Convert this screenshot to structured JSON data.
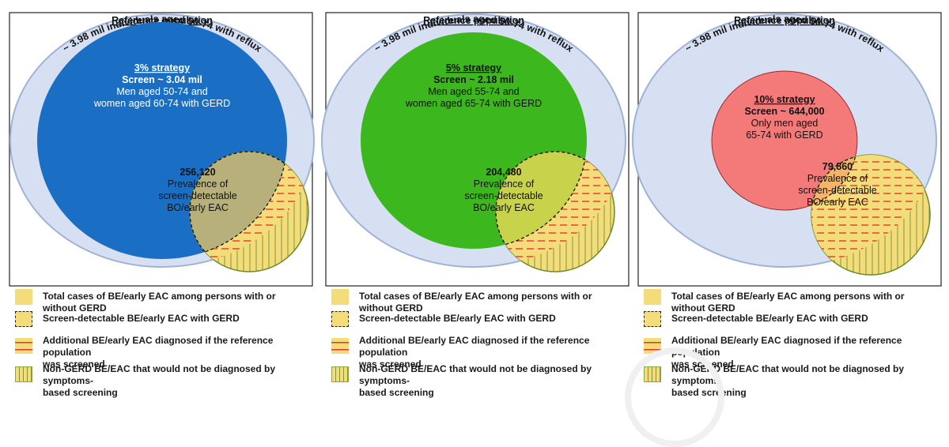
{
  "colors": {
    "outer_fill": "#d6e0f2",
    "outer_stroke": "#9fb3d6",
    "yellow": "#f4dc7a",
    "red_dash": "#e03a2a",
    "green_line": "#7a9a3a"
  },
  "panels": [
    {
      "ref_title": "Reference population",
      "arc_text": "~ 3.98 mil individuals aged 50-74 with reflux",
      "strategy": "3% strategy",
      "screen": "Screen ~ 3.04 mil",
      "desc1": "Men aged 50-74 and",
      "desc2": "women aged 60-74 with GERD",
      "prevalence": "256,120",
      "prev1": "Prevalence of",
      "prev2": "screen-detectable",
      "prev3": "BO/early EAC",
      "strategy_color": "#1a6fc4",
      "overlap_color": "#b8b07a",
      "text_color": "#ffffff"
    },
    {
      "ref_title": "Reference population",
      "arc_text": "~ 3.98 mil individuals aged 50-74 with reflux",
      "strategy": "5% strategy",
      "screen": "Screen ~ 2.18 mil",
      "desc1": "Men aged 55-74 and",
      "desc2": "women aged 65-74 with GERD",
      "prevalence": "204,480",
      "prev1": "Prevalence of",
      "prev2": "screen-detectable",
      "prev3": "BO/early EAC",
      "strategy_color": "#3cb81e",
      "overlap_color": "#c8d24a",
      "text_color": "#111111"
    },
    {
      "ref_title": "Reference population",
      "arc_text": "~ 3.98 mil individuals aged 50-74 with reflux",
      "strategy": "10% strategy",
      "screen": "Screen ~ 644,000",
      "desc1": "Only men aged",
      "desc2": "65-74 with GERD",
      "prevalence": "79,860",
      "prev1": "Prevalence of",
      "prev2": "screen-detectable",
      "prev3": "BO/early EAC",
      "strategy_color": "#f47a7a",
      "overlap_color": "#f4b46a",
      "text_color": "#111111"
    }
  ],
  "legend": {
    "total": "Total cases of BE/early EAC among persons with or without GERD",
    "detectable": "Screen-detectable BE/early EAC with GERD",
    "additional_1": "Additional BE/early EAC diagnosed if the reference population",
    "additional_2": "was screened",
    "nongerd_1": "Non-GERD BE/EAC that would not be diagnosed by symptoms-",
    "nongerd_2": "based screening"
  }
}
